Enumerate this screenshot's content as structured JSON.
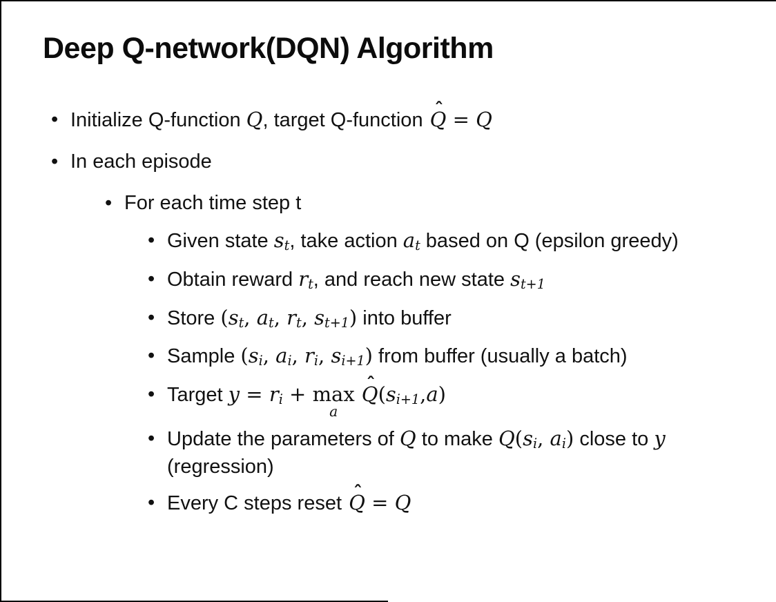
{
  "slide": {
    "title": "Deep Q-network(DQN) Algorithm",
    "bullet_char": "•",
    "hat_char": "ˆ",
    "bullets": [
      {
        "level": 1,
        "segments": [
          {
            "s": "n",
            "t": "Initialize Q-function "
          },
          {
            "s": "m",
            "t": "Q"
          },
          {
            "s": "n",
            "t": ", target Q-function "
          },
          {
            "s": "hat",
            "t": "Q"
          },
          {
            "s": "r",
            "t": " = "
          },
          {
            "s": "m",
            "t": "Q"
          }
        ]
      },
      {
        "level": 1,
        "segments": [
          {
            "s": "n",
            "t": "In each episode"
          }
        ]
      },
      {
        "level": 2,
        "segments": [
          {
            "s": "n",
            "t": "For each time step t"
          }
        ]
      },
      {
        "level": 3,
        "segments": [
          {
            "s": "n",
            "t": "Given state "
          },
          {
            "s": "m",
            "t": "s"
          },
          {
            "s": "s",
            "t": "t"
          },
          {
            "s": "n",
            "t": ", take action "
          },
          {
            "s": "m",
            "t": "a"
          },
          {
            "s": "s",
            "t": "t"
          },
          {
            "s": "n",
            "t": " based on Q (epsilon greedy)"
          }
        ]
      },
      {
        "level": 3,
        "segments": [
          {
            "s": "n",
            "t": "Obtain reward "
          },
          {
            "s": "m",
            "t": "r"
          },
          {
            "s": "s",
            "t": "t"
          },
          {
            "s": "n",
            "t": ", and reach new state "
          },
          {
            "s": "m",
            "t": "s"
          },
          {
            "s": "s",
            "t": "t+1"
          }
        ]
      },
      {
        "level": 3,
        "segments": [
          {
            "s": "n",
            "t": "Store "
          },
          {
            "s": "r",
            "t": "("
          },
          {
            "s": "m",
            "t": "s"
          },
          {
            "s": "s",
            "t": "t"
          },
          {
            "s": "r",
            "t": ", "
          },
          {
            "s": "m",
            "t": "a"
          },
          {
            "s": "s",
            "t": "t"
          },
          {
            "s": "r",
            "t": ", "
          },
          {
            "s": "m",
            "t": "r"
          },
          {
            "s": "s",
            "t": "t"
          },
          {
            "s": "r",
            "t": ", "
          },
          {
            "s": "m",
            "t": "s"
          },
          {
            "s": "s",
            "t": "t+1"
          },
          {
            "s": "r",
            "t": ")"
          },
          {
            "s": "n",
            "t": " into buffer"
          }
        ]
      },
      {
        "level": 3,
        "segments": [
          {
            "s": "n",
            "t": "Sample "
          },
          {
            "s": "r",
            "t": "("
          },
          {
            "s": "m",
            "t": "s"
          },
          {
            "s": "s",
            "t": "i"
          },
          {
            "s": "r",
            "t": ", "
          },
          {
            "s": "m",
            "t": "a"
          },
          {
            "s": "s",
            "t": "i"
          },
          {
            "s": "r",
            "t": ", "
          },
          {
            "s": "m",
            "t": "r"
          },
          {
            "s": "s",
            "t": "i"
          },
          {
            "s": "r",
            "t": ", "
          },
          {
            "s": "m",
            "t": "s"
          },
          {
            "s": "s",
            "t": "i+1"
          },
          {
            "s": "r",
            "t": ")"
          },
          {
            "s": "n",
            "t": " from buffer (usually a batch)"
          }
        ]
      },
      {
        "level": 3,
        "segments": [
          {
            "s": "n",
            "t": "Target "
          },
          {
            "s": "m",
            "t": "y"
          },
          {
            "s": "r",
            "t": " = "
          },
          {
            "s": "m",
            "t": "r"
          },
          {
            "s": "s",
            "t": "i"
          },
          {
            "s": "r",
            "t": " + "
          },
          {
            "s": "under",
            "t": "max",
            "u": "a"
          },
          {
            "s": "n",
            "t": " "
          },
          {
            "s": "hat",
            "t": "Q"
          },
          {
            "s": "r",
            "t": "("
          },
          {
            "s": "m",
            "t": "s"
          },
          {
            "s": "s",
            "t": "i+1"
          },
          {
            "s": "r",
            "t": ","
          },
          {
            "s": "m",
            "t": "a"
          },
          {
            "s": "r",
            "t": ")"
          }
        ]
      },
      {
        "level": 3,
        "segments": [
          {
            "s": "n",
            "t": "Update the parameters of "
          },
          {
            "s": "m",
            "t": "Q"
          },
          {
            "s": "n",
            "t": " to make "
          },
          {
            "s": "m",
            "t": "Q"
          },
          {
            "s": "r",
            "t": "("
          },
          {
            "s": "m",
            "t": "s"
          },
          {
            "s": "s",
            "t": "i"
          },
          {
            "s": "r",
            "t": ", "
          },
          {
            "s": "m",
            "t": "a"
          },
          {
            "s": "s",
            "t": "i"
          },
          {
            "s": "r",
            "t": ")"
          },
          {
            "s": "n",
            "t": " close to "
          },
          {
            "s": "m",
            "t": "y"
          },
          {
            "s": "n",
            "t": " (regression)"
          }
        ]
      },
      {
        "level": 3,
        "segments": [
          {
            "s": "n",
            "t": "Every C steps reset "
          },
          {
            "s": "hat",
            "t": "Q"
          },
          {
            "s": "r",
            "t": " = "
          },
          {
            "s": "m",
            "t": "Q"
          }
        ]
      }
    ]
  }
}
